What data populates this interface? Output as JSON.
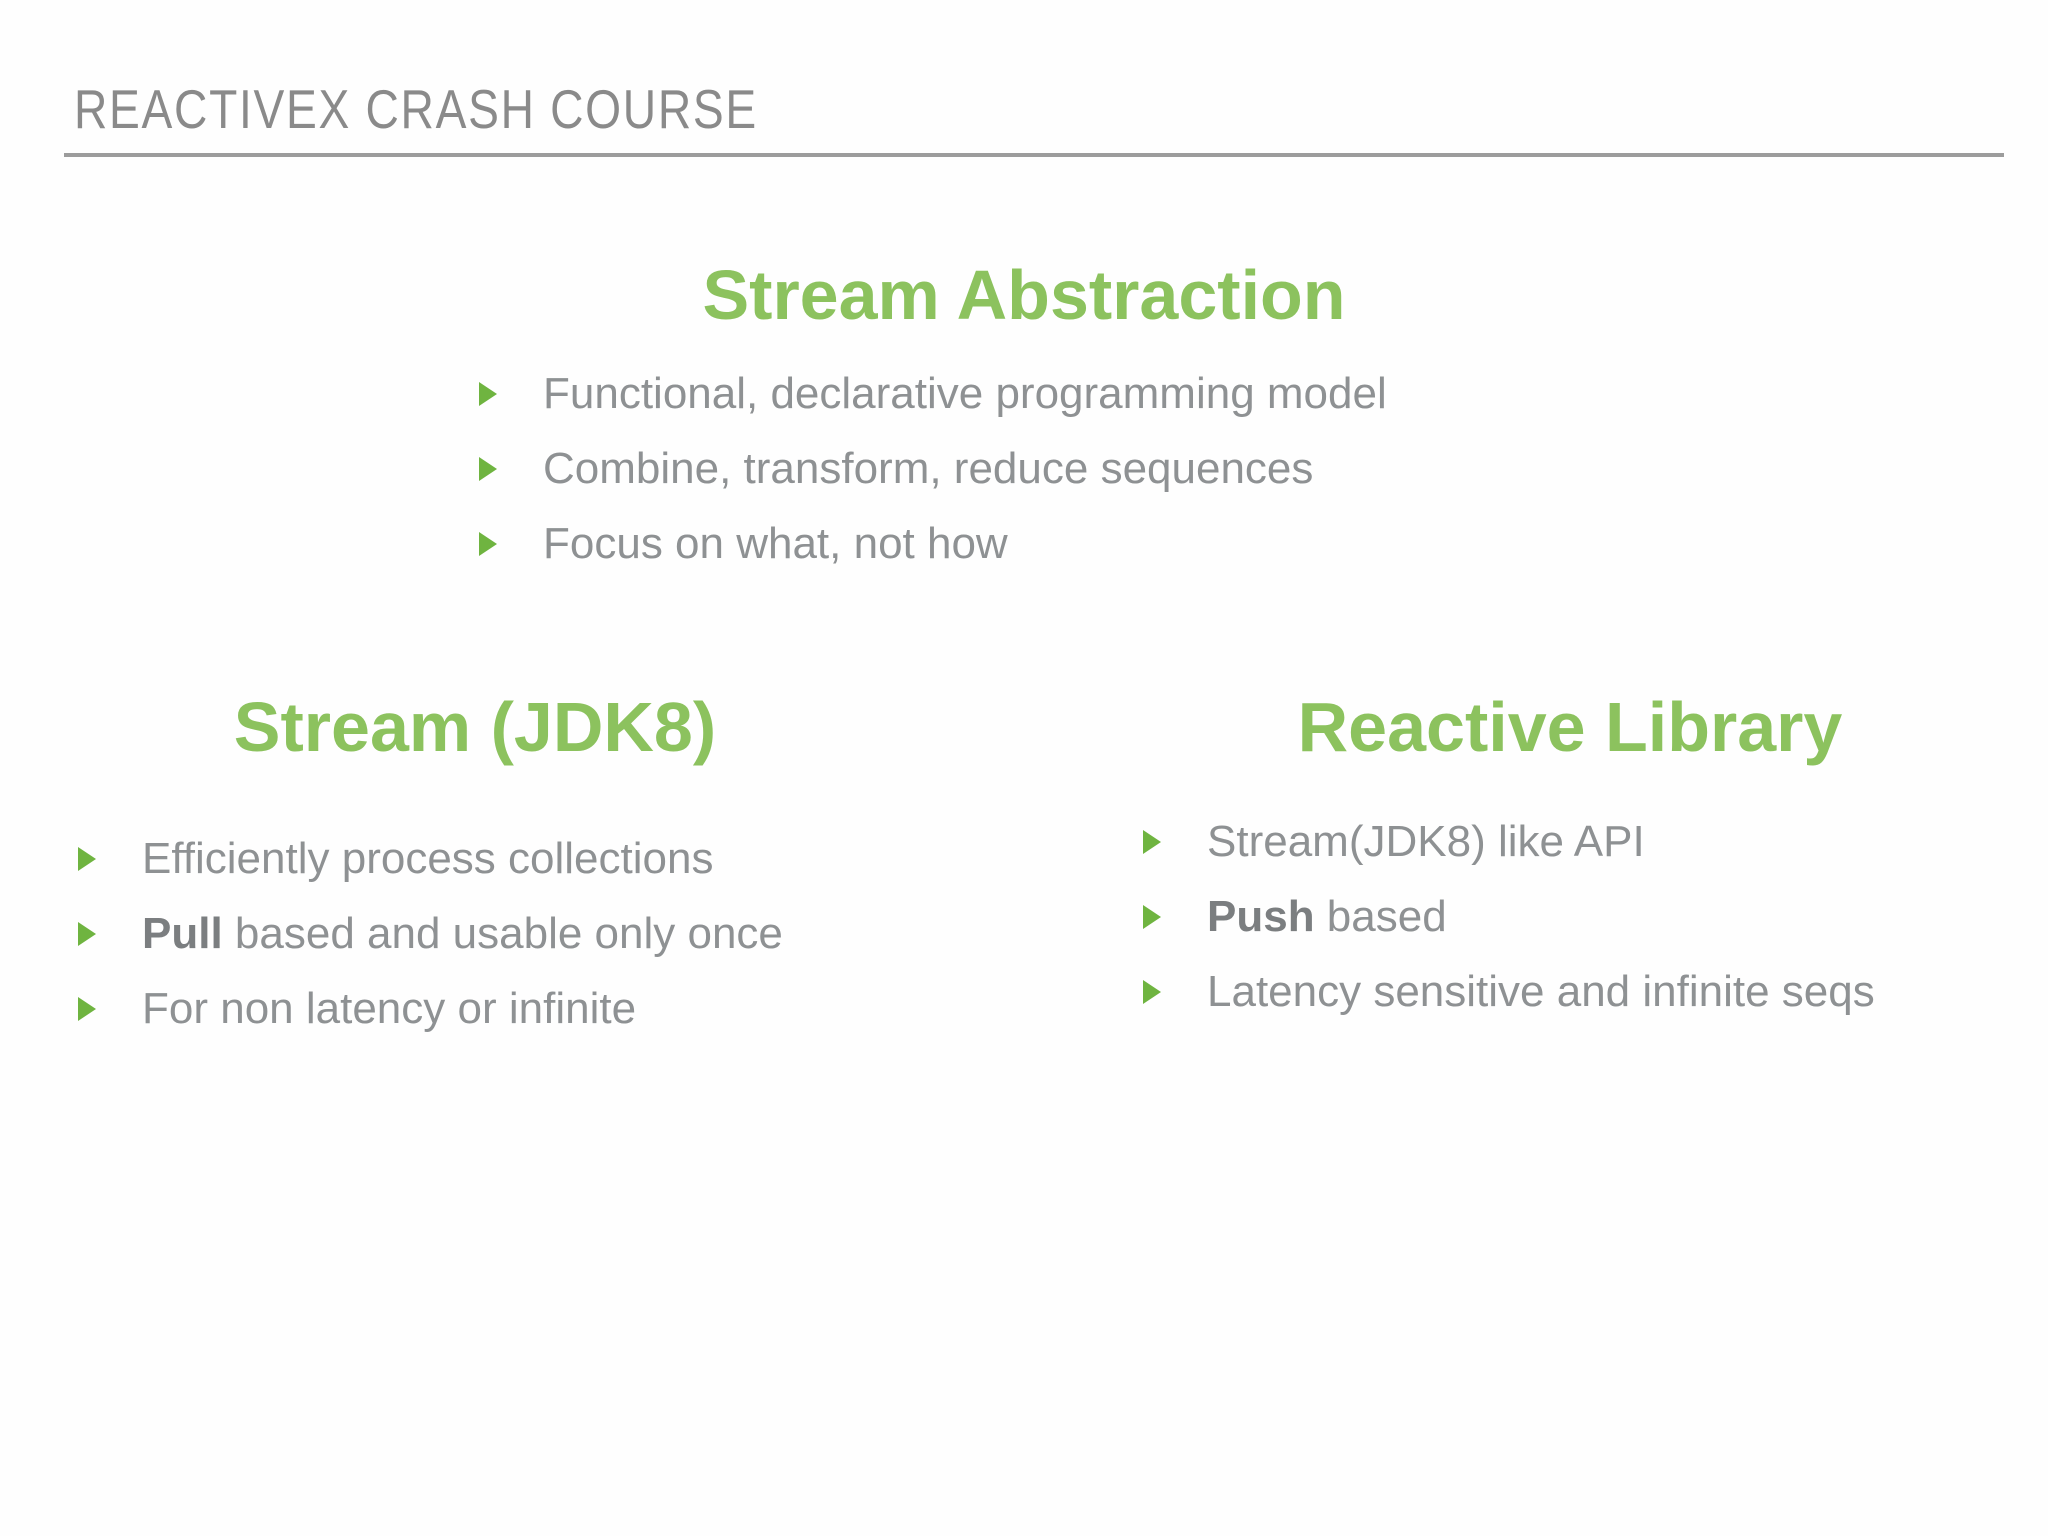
{
  "slide": {
    "header": "REACTIVEX CRASH COURSE"
  },
  "colors": {
    "accent_green": "#8CC25E",
    "bullet_green": "#6FB440",
    "body_gray": "#8E9193",
    "bold_gray": "#7B7E80",
    "header_gray": "#8A8A8A",
    "divider_gray": "#9C9C9C"
  },
  "sections": [
    {
      "title": "Stream Abstraction",
      "bullets": [
        {
          "bold": "",
          "text": "Functional, declarative programming model"
        },
        {
          "bold": "",
          "text": "Combine, transform, reduce sequences"
        },
        {
          "bold": "",
          "text": "Focus on what, not how"
        }
      ]
    },
    {
      "title": "Stream (JDK8)",
      "bullets": [
        {
          "bold": "",
          "text": "Efficiently process collections"
        },
        {
          "bold": "Pull",
          "text": " based and usable only once"
        },
        {
          "bold": "",
          "text": "For non latency or infinite"
        }
      ]
    },
    {
      "title": "Reactive Library",
      "bullets": [
        {
          "bold": "",
          "text": "Stream(JDK8) like API"
        },
        {
          "bold": "Push",
          "text": " based"
        },
        {
          "bold": "",
          "text": "Latency sensitive and infinite seqs"
        }
      ]
    }
  ]
}
